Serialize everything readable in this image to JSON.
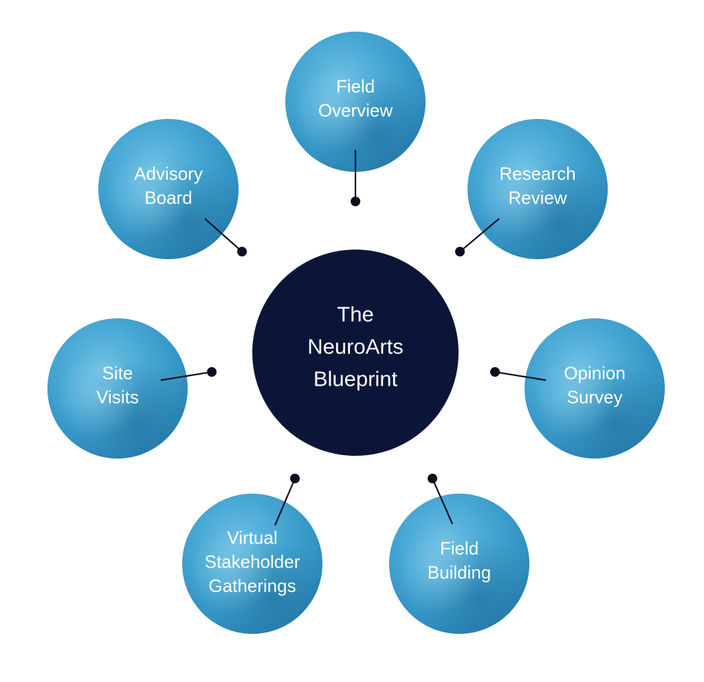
{
  "colors": {
    "background": "#ffffff",
    "center_fill": "#0b1538",
    "center_text": "#ffffff",
    "node_light": "#5bb6dc",
    "node_mid": "#3a9ccc",
    "node_dark": "#1f6f9a",
    "node_text": "#ffffff",
    "connector": "#0b0f1e"
  },
  "center": {
    "lines": [
      "The",
      "NeuroArts",
      "Blueprint"
    ]
  },
  "nodes": [
    {
      "id": "field-overview",
      "lines": [
        "Field",
        "Overview"
      ]
    },
    {
      "id": "research-review",
      "lines": [
        "Research",
        "Review"
      ]
    },
    {
      "id": "opinion-survey",
      "lines": [
        "Opinion",
        "Survey"
      ]
    },
    {
      "id": "field-building",
      "lines": [
        "Field",
        "Building"
      ]
    },
    {
      "id": "virtual-stakeholder-gatherings",
      "lines": [
        "Virtual",
        "Stakeholder",
        "Gatherings"
      ]
    },
    {
      "id": "site-visits",
      "lines": [
        "Site",
        "Visits"
      ]
    },
    {
      "id": "advisory-board",
      "lines": [
        "Advisory",
        "Board"
      ]
    }
  ]
}
